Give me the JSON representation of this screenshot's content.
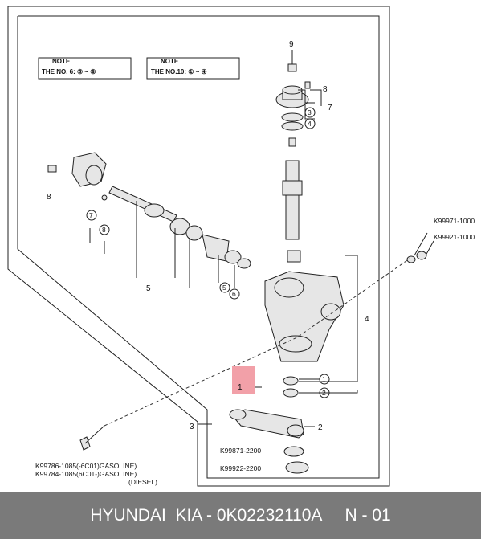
{
  "notes": [
    {
      "title": "NOTE",
      "text": "THE NO. 6: ⑤ ~ ⑧"
    },
    {
      "title": "NOTE",
      "text": "THE NO.10: ① ~ ④"
    }
  ],
  "callouts": {
    "n9": "9",
    "n8_top": "8",
    "n7": "7",
    "n3_small": "3",
    "n4_small": "4",
    "n8_left": "8",
    "n7_left": "7",
    "n8_left2": "8",
    "n5": "5",
    "n5_right": "5",
    "n6_right": "6",
    "n4_group": "4",
    "n1_circle": "1",
    "n2_circle": "2",
    "n1_marker": "1",
    "n3_arm": "3",
    "n2_arm": "2"
  },
  "part_codes": {
    "k99971_1000": "K99971-1000",
    "k99921_1000": "K99921-1000",
    "k99871_2200": "K99871-2200",
    "k99922_2200": "K99922-2200",
    "bolt_line1": "K99786-1085(-6C01)GASOLINE)",
    "bolt_line2": "K99784-1085(6C01-)GASOLINE)",
    "bolt_line3": "(DIESEL)"
  },
  "highlight_color": "#f2a0a8",
  "footer": {
    "text": "HYUNDAI  KIA - 0K02232110A     N - 01"
  }
}
